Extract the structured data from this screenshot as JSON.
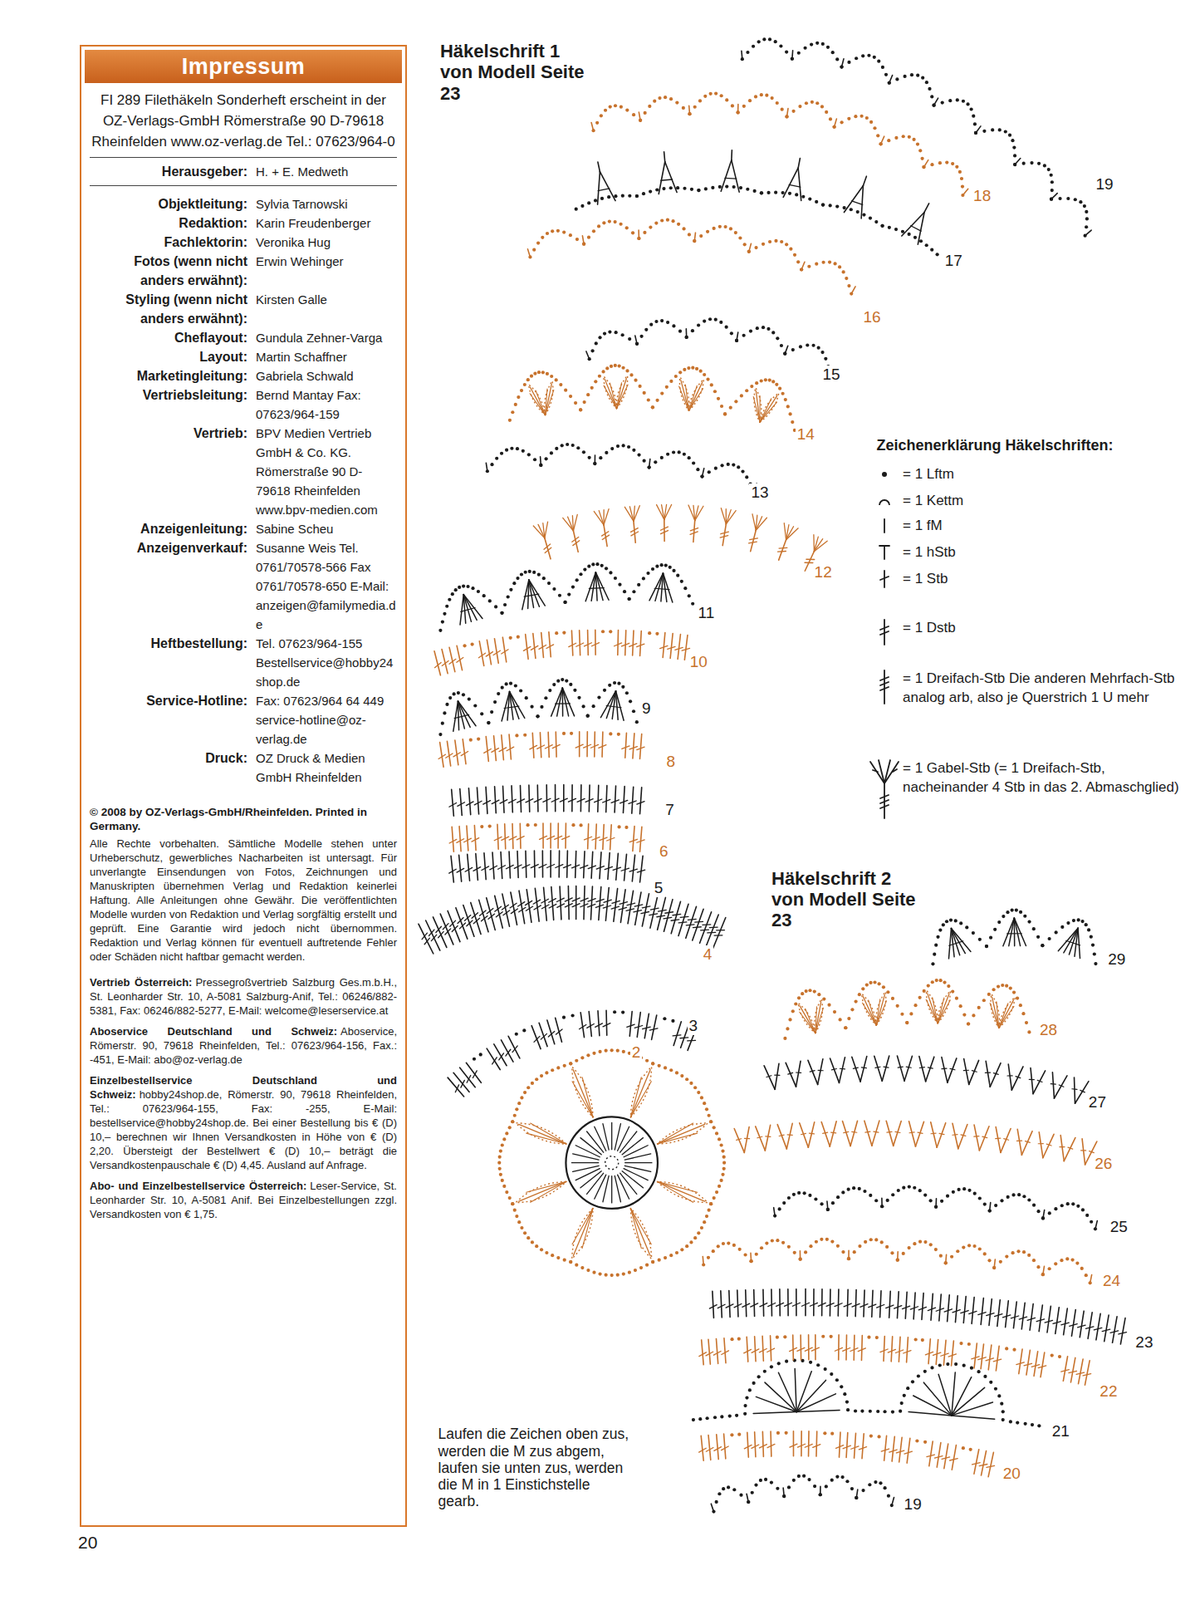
{
  "diagram": {
    "nodes": [
      {
        "text": [
          "FI 289 Filethäkeln Sonderheft erscheint in der OZ-Verlags-GmbH Römerstraße 90 D-79618 Rheinfelden www.oz-verlag.de Tel.: 07623/964-0",
          "Herausgeber:",
          "H. + E. Medweth",
          "Objektleitung:",
          "Sylvia Tarnowski",
          "Redaktion:",
          "Karin Freudenberger",
          "Fachlektorin:",
          "Veronika Hug",
          "Fotos (wenn nicht anders erwähnt):",
          "Erwin Wehinger",
          "Styling (wenn nicht anders erwähnt):",
          "Kirsten Galle",
          "Cheflayout:",
          "Gundula Zehner-Varga",
          "Layout:",
          "Martin Schaffner",
          "Marketingleitung:",
          "Gabriela Schwald",
          "Vertriebsleitung:",
          "Bernd Mantay Fax: 07623/964-159",
          "Vertrieb:",
          "BPV Medien Vertrieb GmbH & Co. KG. Römerstraße 90 D-79618 Rheinfelden www.bpv-medien.com",
          "Anzeigenleitung:",
          "Sabine Scheu",
          "Anzeigenverkauf:",
          "Susanne Weis Tel. 0761/70578-566 Fax 0761/70578-650 E-Mail: anzeigen@familymedia.de",
          "Heftbestellung:",
          "Tel. 07623/964-155 Bestellservice@hobby24shop.de",
          "Service-Hotline:",
          "Fax: 07623/964 64 449 service-hotline@oz-verlag.de",
          "Druck:",
          "OZ Druck & Medien GmbH Rheinfelden",
          "© 2008 by OZ-Verlags-GmbH/Rheinfelden. Printed in Germany.",
          "Alle Rechte vorbehalten. Sämtliche Modelle stehen unter Urheberschutz, gewerbliches Nacharbeiten ist untersagt. Für unverlangte Einsendungen von Fotos, Zeichnungen und Manuskripten übernehmen Verlag und Redaktion keinerlei Haftung. Alle Anleitungen ohne Gewähr. Die veröffentlichten Modelle wurden von Redaktion und Verlag sorgfältig erstellt und geprüft. Eine Garantie wird jedoch nicht übernommen. Redaktion und Verlag können für eventuell auftretende Fehler oder Schäden nicht haftbar gemacht werden.",
          "Vertrieb Österreich:",
          "Pressegroßvertrieb Salzburg Ges.m.b.H., St. Leonharder Str. 10, A-5081 Salzburg-Anif, Tel.: 06246/882-5381, Fax: 06246/882-5277, E-Mail: welcome@leserservice.at",
          "Aboservice Deutschland und Schweiz:",
          "Aboservice, Römerstr. 90, 79618 Rheinfelden, Tel.: 07623/964-156, Fax.: -451, E-Mail: abo@oz-verlag.de",
          "Einzelbestellservice Deutschland und Schweiz:",
          "hobby24shop.de, Römerstr. 90, 79618 Rheinfelden, Tel.: 07623/964-155, Fax: -255, E-Mail: bestellservice@hobby24shop.de. Bei einer Bestellung bis € (D) 10,– berechnen wir Ihnen Versandkosten in Höhe von € (D) 2,20. Übersteigt der Bestellwert € (D) 10,– beträgt die Versandkostenpauschale € (D) 4,45. Ausland auf Anfrage.",
          "Abo- und Einzelbestellservice Österreich:",
          "Leser-Service, St. Leonharder Str. 10, A-5081 Anif. Bei Einzelbestellungen zzgl. Versandkosten von € 1,75."
        ]
      },
      {
        "text": [
          "Impressum"
        ],
        "in": 0
      }
    ],
    "labels": [
      "Häkelschrift 1 von Modell Seite 23",
      "19",
      "18",
      "17",
      "16",
      "15",
      "14",
      "13",
      "12",
      "11",
      "10",
      "9",
      "8",
      "7",
      "6",
      "5",
      "4",
      "3",
      "2",
      "Zeichenerklärung Häkelschriften:",
      "Häkelschrift 2 von Modell Seite 23",
      "29",
      "28",
      "27",
      "26",
      "25",
      "24",
      "23",
      "22",
      "21",
      "20",
      "19",
      "Laufen die Zeichen oben zus, werden die M zus abgem, laufen sie unten zus, werden die M in 1 Einstichstelle gearb.",
      "20"
    ],
    "legend": [
      {
        "text": "= 1 Lftm"
      },
      {
        "text": "= 1 Kettm"
      },
      {
        "text": "= 1 fM"
      },
      {
        "text": "= 1 hStb"
      },
      {
        "text": "= 1 Stb"
      },
      {
        "text": "= 1 Dstb"
      },
      {
        "text": "= 1 Dreifach-Stb Die anderen Mehrfach-Stb analog arb, also je Querstrich 1 U mehr"
      },
      {
        "text": "= 1 Gabel-Stb (= 1 Dreifach-Stb, nacheinander 4 Stb in das 2. Abmaschglied)"
      }
    ]
  }
}
